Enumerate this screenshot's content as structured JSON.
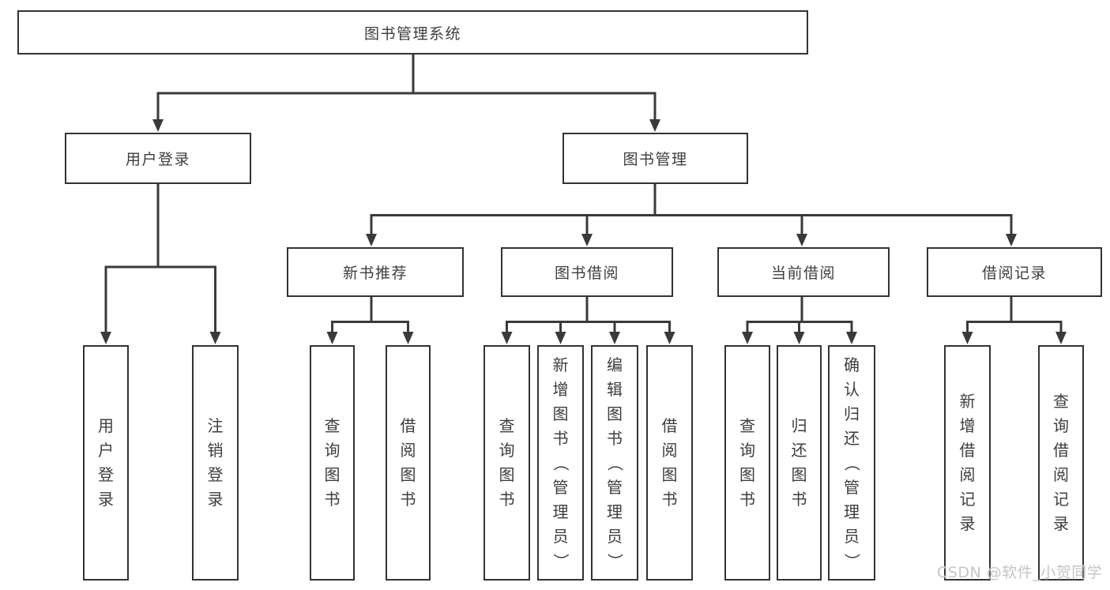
{
  "tree": {
    "root": "图书管理系统",
    "branches": [
      {
        "label": "用户登录",
        "children": [
          "用户登录",
          "注销登录"
        ]
      },
      {
        "label": "图书管理",
        "groups": [
          {
            "label": "新书推荐",
            "children": [
              "查询图书",
              "借阅图书"
            ]
          },
          {
            "label": "图书借阅",
            "children": [
              "查询图书",
              "新增图书（管理员）",
              "编辑图书（管理员）",
              "借阅图书"
            ]
          },
          {
            "label": "当前借阅",
            "children": [
              "查询图书",
              "归还图书",
              "确认归还（管理员）"
            ]
          },
          {
            "label": "借阅记录",
            "children": [
              "新增借阅记录",
              "查询借阅记录"
            ]
          }
        ]
      }
    ]
  },
  "watermark": "CSDN @软件_小贺同学",
  "colors": {
    "line": "#3a3a3a",
    "box_border": "#333333",
    "text": "#3d3d3d",
    "watermark": "#c5c5c5",
    "background": "#ffffff"
  }
}
